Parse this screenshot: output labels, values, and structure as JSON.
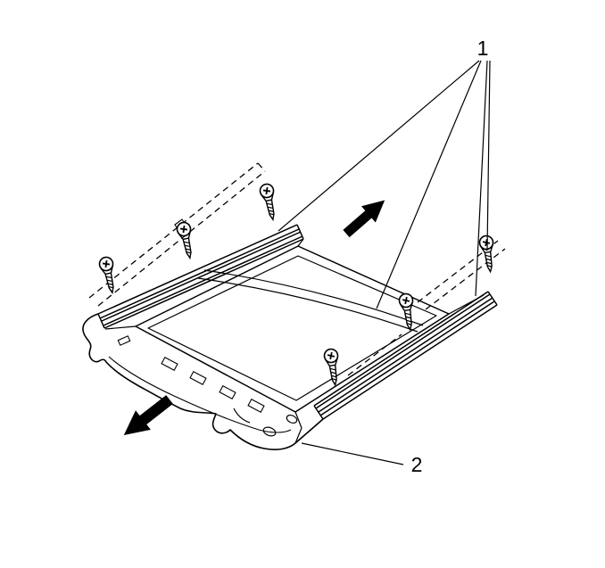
{
  "figure": {
    "type": "technical-line-illustration",
    "background_color": "#ffffff",
    "line_color": "#000000",
    "screw_count": 6,
    "callouts": [
      {
        "label": "1"
      },
      {
        "label": "2"
      }
    ],
    "icons": {
      "screw": "screw-icon",
      "arrow_up_right": "direction-arrow-up-right-icon",
      "arrow_down_left": "direction-arrow-down-left-icon"
    }
  }
}
